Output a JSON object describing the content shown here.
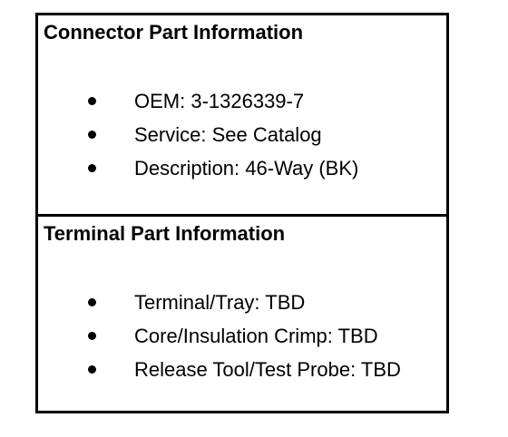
{
  "connector_section": {
    "title": "Connector Part Information",
    "items": [
      "OEM: 3-1326339-7",
      "Service: See Catalog",
      "Description: 46-Way (BK)"
    ]
  },
  "terminal_section": {
    "title": "Terminal Part Information",
    "items": [
      "Terminal/Tray: TBD",
      "Core/Insulation Crimp: TBD",
      "Release Tool/Test Probe: TBD"
    ]
  }
}
